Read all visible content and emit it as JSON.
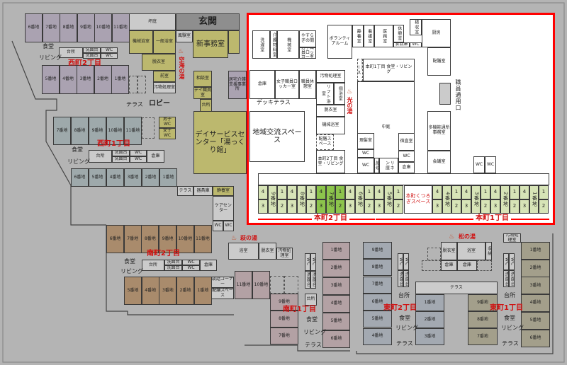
{
  "colors": {
    "honmachi_frame": "#ff0000",
    "highlight_unit": "#8cc44c",
    "label": "#d01010"
  },
  "common": {
    "dining": "食堂",
    "living": "リビング",
    "kitchen": "台所",
    "sink": "洗面台",
    "wc": "WC",
    "storage": "倉庫",
    "terrace": "テラス",
    "haizen": "配膳スペース",
    "onsen_icon": "♨"
  },
  "west2": {
    "label": "西町2丁目",
    "top": [
      "6番地",
      "7番地",
      "8番地",
      "9番地",
      "10番地",
      "11番地"
    ],
    "bottom": [
      "5番地",
      "4番地",
      "3番地",
      "2番地",
      "1番地"
    ]
  },
  "west1": {
    "label": "西町1丁目",
    "top": [
      "7番地",
      "8番地",
      "9番地",
      "10番地",
      "11番地"
    ],
    "bottom": [
      "6番地",
      "5番地",
      "4番地",
      "3番地",
      "2番地",
      "1番地"
    ]
  },
  "center": {
    "tsuboniwa": "坪庭",
    "entrance": "玄関",
    "machine_bath": "機械浴室",
    "general_bath": "一般浴室",
    "furo": "風験室",
    "new_office": "新事務室",
    "dressing": "脱衣室",
    "front": "前室",
    "soiled": "汚物処理室",
    "kukai_bath": "空海の湯",
    "terrace": "テラス",
    "lobby": "ロビー",
    "male_wc": "男子WC",
    "female_wc": "女子WC",
    "consult": "相談室",
    "day_staff": "デイ職員室",
    "home_care": "居宅介護支援事業所",
    "day_center": "デイサービスセンター「湯っくり館」",
    "equipment": "器具庫",
    "rest": "静養室",
    "care_center": "ケアセンター"
  },
  "honmachi": {
    "laundry": "洗濯室",
    "care_material": "介護材料室",
    "machine_room": "機械室",
    "yasuragi": "やすらぎの間",
    "male_locker": "男子職員ロッカー室",
    "volunteer": "ボランティアルーム",
    "rest": "静養室",
    "nursing": "看護室",
    "medical": "医務室",
    "break": "休憩室",
    "inspection": "検収室",
    "food_storage": "食品庫",
    "wc": "WC",
    "kitchen_main": "厨房",
    "serving": "配膳室",
    "staff_entrance": "職員通用口",
    "h1_dining": "本町1丁目 食堂・リビング",
    "haizen": "配膳スペース",
    "courtyard": "中庭",
    "barber": "理髪室",
    "soiled": "汚物処理室",
    "linen": "リネン庫",
    "night_duty": "宿直室",
    "storage": "倉庫",
    "multi_office": "多機能通所事務室",
    "meeting": "会議室",
    "female_locker": "女子職員ロッカー室",
    "staff_break": "職員休憩室",
    "lift_bath": "リフト浴室",
    "private_bath": "個浴室",
    "dressing": "脱衣室",
    "machine_bath": "機械浴室",
    "h2_dining": "本町2丁目 食堂・リビング",
    "hikari_bath": "光の湯",
    "deck": "デッキテラス",
    "community": "地域交流スペース",
    "kutsurogi": "本町くつろぎスペース",
    "label2": "本町2丁目",
    "label1": "本町1丁目",
    "groups": [
      {
        "lot": "9番地",
        "rooms": [
          "4",
          "3",
          "1",
          "2"
        ],
        "highlight": false
      },
      {
        "lot": "8番地",
        "rooms": [
          "4",
          "3",
          "1",
          "2"
        ],
        "highlight": false
      },
      {
        "lot": "7番地",
        "rooms": [
          "4",
          "3",
          "1",
          "2"
        ],
        "highlight": true
      },
      {
        "lot": "6番地",
        "rooms": [
          "4",
          "3",
          "1",
          "2"
        ],
        "highlight": false
      },
      {
        "lot": "5番地",
        "rooms": [
          "4",
          "3",
          "1",
          "2"
        ],
        "highlight": false
      },
      {
        "lot": "4番地",
        "rooms": [
          "4",
          "3",
          "1",
          "2"
        ],
        "highlight": false
      },
      {
        "lot": "3番地",
        "rooms": [
          "4",
          "3",
          "1",
          "2"
        ],
        "highlight": false
      },
      {
        "lot": "2番地",
        "rooms": [
          "4",
          "3",
          "1",
          "2"
        ],
        "highlight": false
      },
      {
        "lot": "1番地",
        "rooms": [
          "4",
          "3",
          "1",
          "2"
        ],
        "highlight": false
      }
    ]
  },
  "south2": {
    "label": "南町2丁目",
    "top": [
      "6番地",
      "7番地",
      "8番地",
      "9番地",
      "10番地",
      "11番地"
    ],
    "bottom": [
      "5番地",
      "4番地",
      "3番地",
      "2番地",
      "1番地"
    ],
    "talk": "談話コーナー",
    "hagi_bath": "萩の湯",
    "bath": "浴室",
    "dressing": "脱衣室",
    "soiled": "汚物処理室"
  },
  "south1": {
    "label": "南町1丁目",
    "left": [
      "11番地",
      "10番地"
    ],
    "mid": [
      "9番地",
      "8番地",
      "7番地"
    ],
    "right": [
      "1番地",
      "2番地",
      "3番地",
      "4番地",
      "5番地",
      "6番地"
    ]
  },
  "east2": {
    "label": "東町2丁目",
    "left": [
      "9番地",
      "8番地",
      "7番地",
      "6番地",
      "5番地",
      "4番地"
    ],
    "right": [
      "1番地",
      "2番地",
      "3番地"
    ]
  },
  "east_center": {
    "matsu_bath": "松の湯",
    "dressing": "脱衣室",
    "bath": "浴室",
    "storage_box": "収納",
    "terrace": "テラス",
    "soiled": "汚物処理室"
  },
  "east1": {
    "label": "東町1丁目",
    "left": [
      "9番地",
      "8番地",
      "7番地"
    ],
    "right": [
      "1番地",
      "2番地",
      "3番地",
      "4番地",
      "5番地",
      "6番地"
    ]
  }
}
